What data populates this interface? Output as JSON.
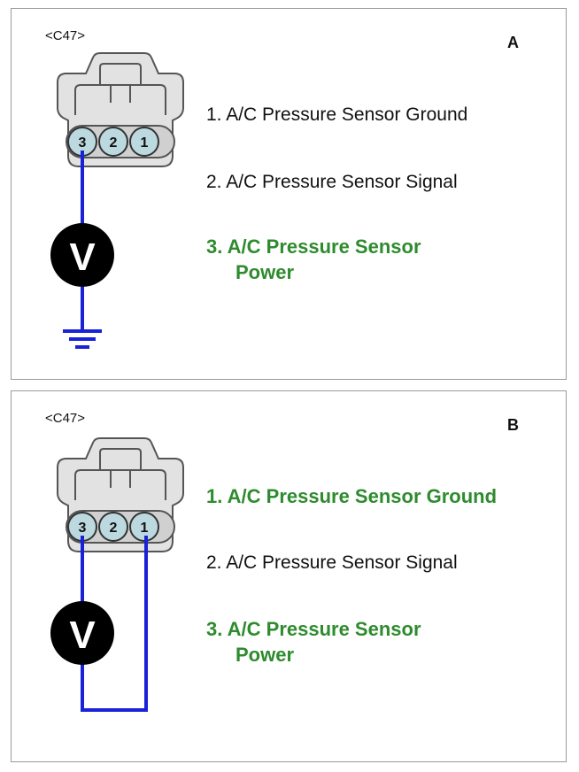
{
  "colors": {
    "highlight": "#2e8b2e",
    "wire": "#1a22d8",
    "pin_fill": "#bcd9e0",
    "connector_fill": "#e2e2e2",
    "meter_fill": "#000000",
    "border": "#9a9a9a"
  },
  "panels": [
    {
      "connector_id": "<C47>",
      "letter": "A",
      "pins": [
        "3",
        "2",
        "1"
      ],
      "meter_symbol": "V",
      "labels": [
        {
          "line1": "1. A/C Pressure Sensor Ground",
          "line2": ""
        },
        {
          "line1": "2. A/C Pressure Sensor Signal",
          "line2": ""
        },
        {
          "line1": "3. A/C Pressure Sensor",
          "line2": "Power"
        }
      ]
    },
    {
      "connector_id": "<C47>",
      "letter": "B",
      "pins": [
        "3",
        "2",
        "1"
      ],
      "meter_symbol": "V",
      "labels": [
        {
          "line1": "1. A/C Pressure Sensor Ground",
          "line2": ""
        },
        {
          "line1": "2. A/C Pressure Sensor Signal",
          "line2": ""
        },
        {
          "line1": "3. A/C Pressure Sensor",
          "line2": "Power"
        }
      ]
    }
  ]
}
